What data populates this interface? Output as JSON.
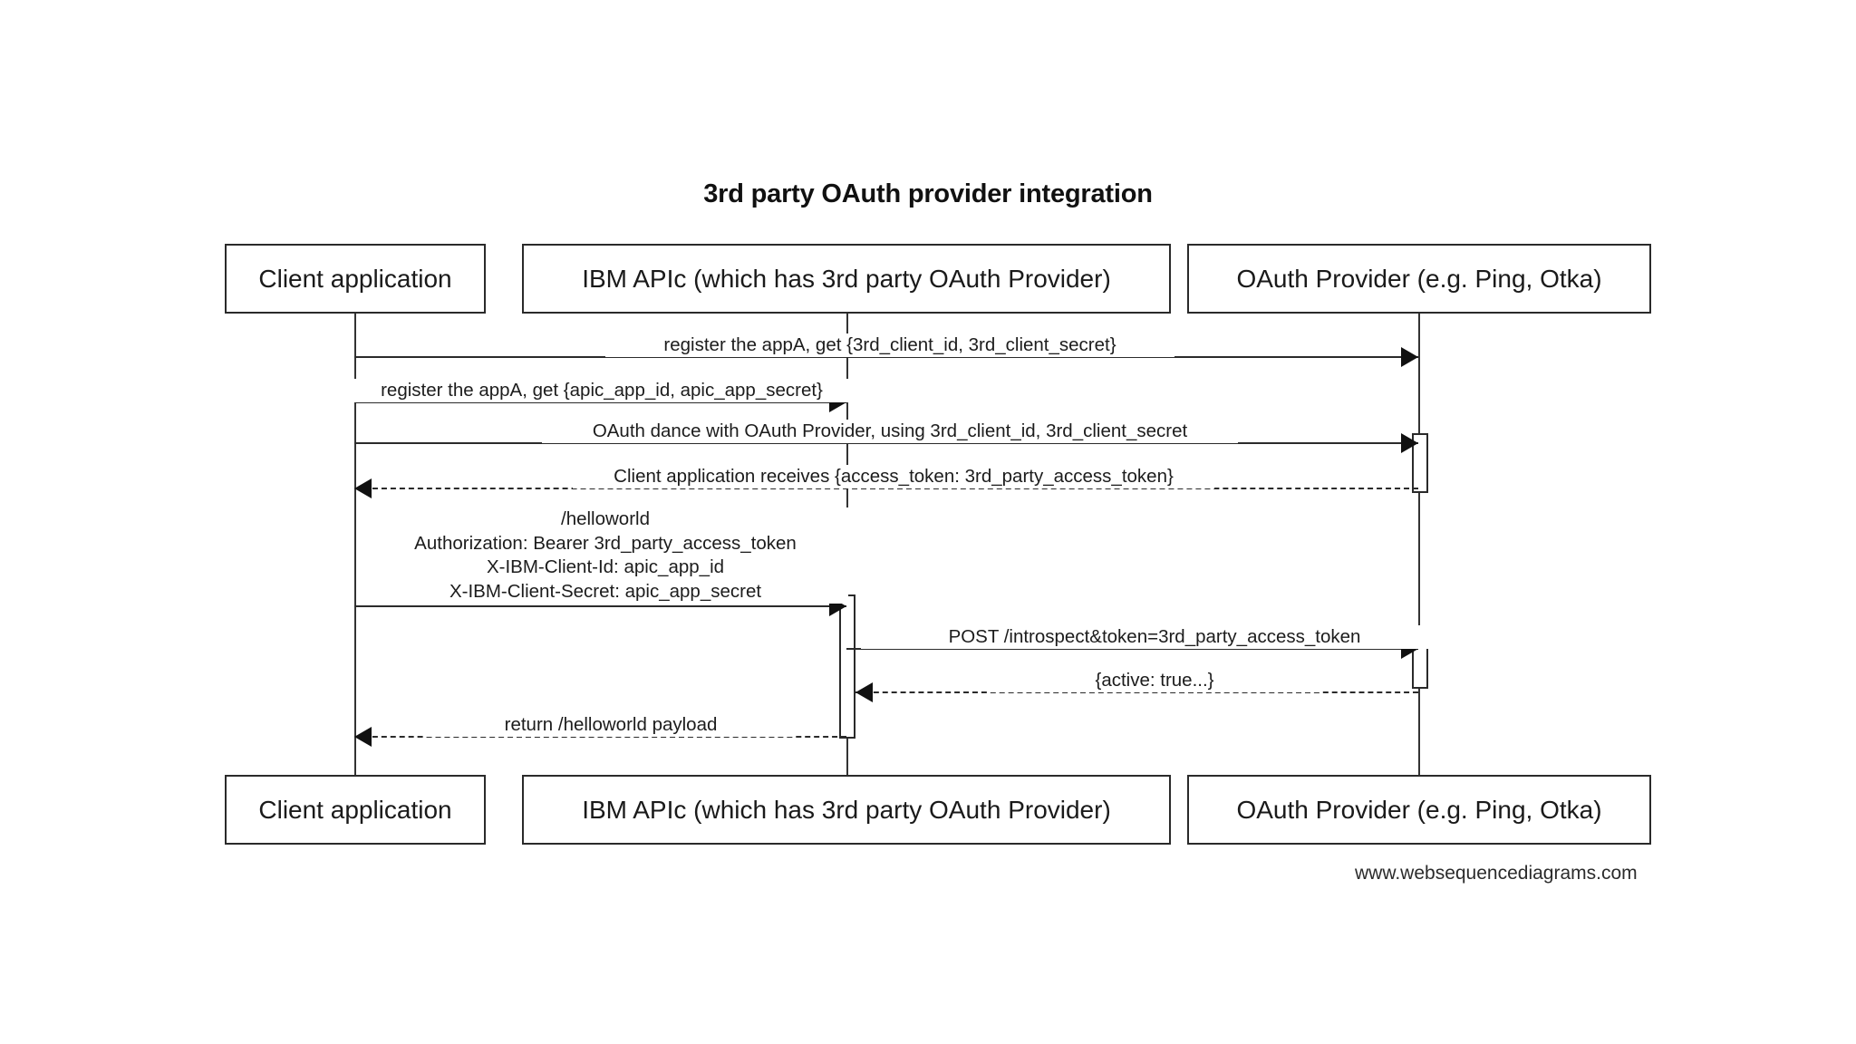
{
  "diagram": {
    "title": "3rd party OAuth provider integration",
    "type": "sequence-diagram",
    "footer_credit": "www.websequencediagrams.com",
    "participants": [
      {
        "id": "client",
        "label": "Client application"
      },
      {
        "id": "apic",
        "label": "IBM APIc (which has 3rd party OAuth Provider)"
      },
      {
        "id": "oauth",
        "label": "OAuth Provider (e.g. Ping, Otka)"
      }
    ],
    "messages": [
      {
        "index": 1,
        "from": "client",
        "to": "oauth",
        "direction": "right",
        "style": "solid",
        "label": "register the appA, get {3rd_client_id, 3rd_client_secret}"
      },
      {
        "index": 2,
        "from": "client",
        "to": "apic",
        "direction": "right",
        "style": "solid",
        "label": "register the appA, get {apic_app_id, apic_app_secret}"
      },
      {
        "index": 3,
        "from": "client",
        "to": "oauth",
        "direction": "right",
        "style": "solid",
        "label": "OAuth dance with OAuth Provider, using 3rd_client_id, 3rd_client_secret"
      },
      {
        "index": 4,
        "from": "oauth",
        "to": "client",
        "direction": "left",
        "style": "dashed",
        "label": "Client application receives {access_token: 3rd_party_access_token}"
      },
      {
        "index": 5,
        "from": "client",
        "to": "apic",
        "direction": "right",
        "style": "solid",
        "label": "/helloworld\nAuthorization: Bearer 3rd_party_access_token\nX-IBM-Client-Id: apic_app_id\nX-IBM-Client-Secret: apic_app_secret"
      },
      {
        "index": 6,
        "from": "apic",
        "to": "oauth",
        "direction": "right",
        "style": "solid",
        "label": "POST /introspect&token=3rd_party_access_token"
      },
      {
        "index": 7,
        "from": "oauth",
        "to": "apic",
        "direction": "left",
        "style": "dashed",
        "label": "{active: true...}"
      },
      {
        "index": 8,
        "from": "apic",
        "to": "client",
        "direction": "left",
        "style": "dashed",
        "label": "return /helloworld payload"
      }
    ],
    "colors": {
      "stroke": "#2a2a2a",
      "text": "#1a1a1a",
      "background": "#ffffff"
    }
  }
}
